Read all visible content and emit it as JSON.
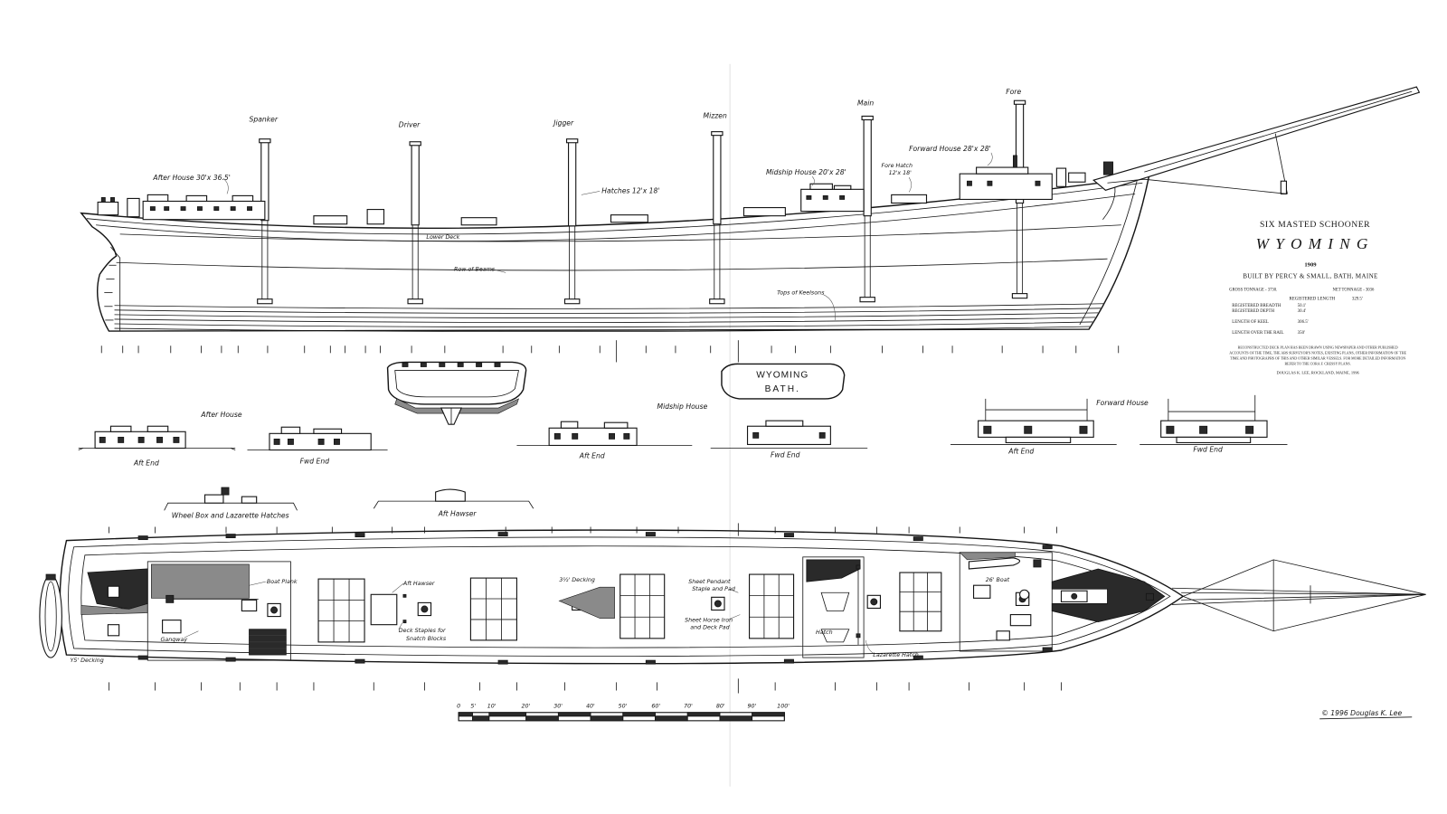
{
  "masts": {
    "spanker": "Spanker",
    "driver": "Driver",
    "jigger": "Jigger",
    "mizzen": "Mizzen",
    "main": "Main",
    "fore": "Fore"
  },
  "profile": {
    "after_house": "After House 30'x 36.5'",
    "hatches": "Hatches 12'x 18'",
    "midship_house": "Midship House 20'x 28'",
    "fore_hatch": "Fore Hatch",
    "fore_hatch_size": "12'x 18'",
    "forward_house": "Forward House 28'x 28'",
    "lower_deck": "Lower Deck",
    "row_of_beams": "Row of Beams",
    "tops_of_keelsons": "Tops of Keelsons"
  },
  "title_block": {
    "type": "SIX MASTED SCHOONER",
    "name": "WYOMING",
    "year": "1909",
    "builder": "BUILT BY PERCY & SMALL, BATH, MAINE",
    "gross_tonnage": "GROSS TONNAGE - 3730.",
    "net_tonnage": "NET TONNAGE - 3036",
    "specs": [
      {
        "label": "REGISTERED LENGTH",
        "value": "329.5'"
      },
      {
        "label": "REGISTERED BREADTH",
        "value": "50.1'"
      },
      {
        "label": "REGISTERED DEPTH",
        "value": "30.4'"
      },
      {
        "label": "LENGTH OF KEEL",
        "value": "306.5'"
      },
      {
        "label": "LENGTH OVER THE RAIL",
        "value": "350'"
      }
    ],
    "note": [
      "RECONSTRUCTED DECK PLAN HAS BEEN DRAWN USING NEWSPAPER AND OTHER PUBLISHED",
      "ACCOUNTS OF THE TIME, THE ABS SURVEYOR'S NOTES, EXISTING PLANS, OTHER INFORMATION OF THE",
      "TIME AND PHOTOGRAPHS OF THIS AND OTHER SIMILAR VESSELS. FOR MORE DETAILED INFORMATION",
      "REFER TO THE CORA F. CRESSY PLANS."
    ],
    "credit": "DOUGLAS K. LEE, ROCKLAND, MAINE, 1996"
  },
  "stern_board": {
    "name": "WYOMING",
    "port": "BATH."
  },
  "elevations": {
    "after_house": "After House",
    "after_aft": "Aft End",
    "after_fwd": "Fwd End",
    "midship_house": "Midship House",
    "midship_aft": "Aft End",
    "midship_fwd": "Fwd End",
    "forward_house": "Forward House",
    "forward_aft": "Aft End",
    "forward_fwd": "Fwd End",
    "wheel_box": "Wheel Box and Lazarette Hatches",
    "aft_hawser": "Aft Hawser"
  },
  "deck_plan": {
    "stern_decking": "Y5' Decking",
    "boat_plank": "Boat Plank",
    "gangway": "Gangway",
    "aft_hawser": "Aft Hawser",
    "deck_staples_1": "Deck Staples for",
    "deck_staples_2": "Snatch Blocks",
    "mid_decking": "3½' Decking",
    "sheet_pendant_1": "Sheet Pendant",
    "sheet_pendant_2": "Staple and Pad",
    "sheet_horse_1": "Sheet Horse Iron",
    "sheet_horse_2": "and Deck Pad",
    "hatch": "Hatch",
    "lazarette": "Lazarette Hatch",
    "boat": "26' Boat"
  },
  "scale": {
    "ticks": [
      "0",
      "5'",
      "10'",
      "20'",
      "30'",
      "40'",
      "50'",
      "60'",
      "70'",
      "80'",
      "90'",
      "100'"
    ]
  },
  "signature": "© 1996 Douglas K. Lee"
}
